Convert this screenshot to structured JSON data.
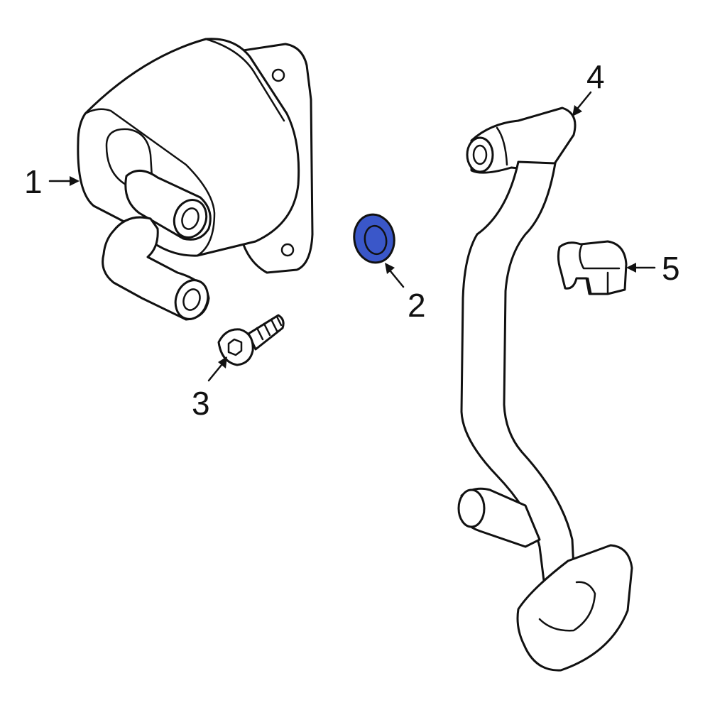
{
  "diagram": {
    "highlight_color": "#3a57c9",
    "line_color": "#111111",
    "callouts": [
      {
        "number": "1"
      },
      {
        "number": "2"
      },
      {
        "number": "3"
      },
      {
        "number": "4"
      },
      {
        "number": "5"
      }
    ]
  }
}
